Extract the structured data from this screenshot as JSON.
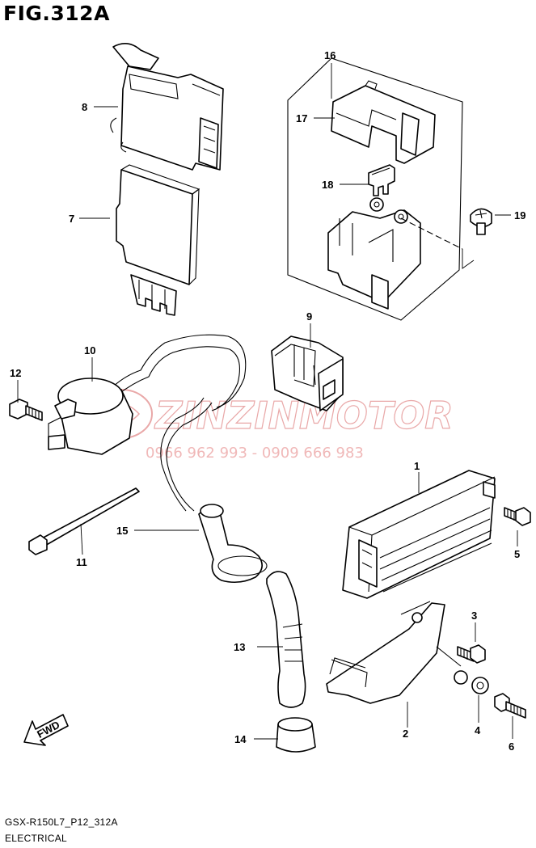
{
  "figure": {
    "title": "FIG.312A",
    "model_code": "GSX-R150L7_P12_312A",
    "section": "ELECTRICAL"
  },
  "watermark": {
    "brand": "ZINZINMOTOR",
    "phone": "0966 962 993 - 0909 666 983"
  },
  "labels": {
    "p1": "1",
    "p2": "2",
    "p3": "3",
    "p4": "4",
    "p5": "5",
    "p6": "6",
    "p7": "7",
    "p8": "8",
    "p9": "9",
    "p10": "10",
    "p11": "11",
    "p12": "12",
    "p13": "13",
    "p14": "14",
    "p15": "15",
    "p16": "16",
    "p17": "17",
    "p18": "18",
    "p19": "19"
  },
  "fwd_arrow": {
    "label": "FWD"
  }
}
